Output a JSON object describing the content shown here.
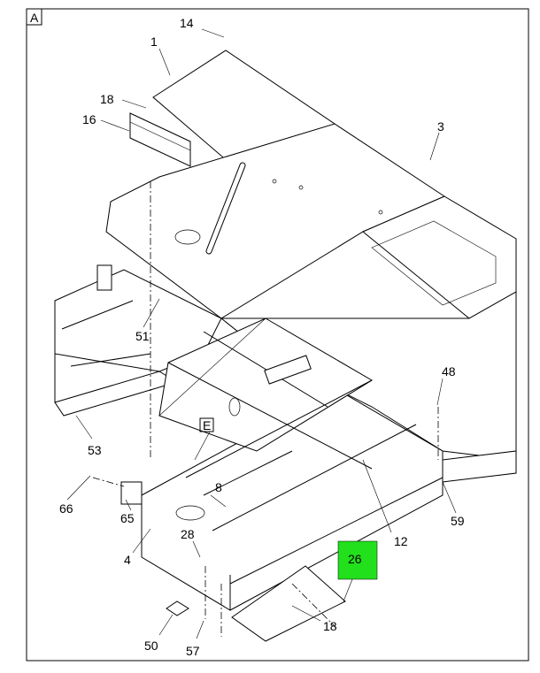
{
  "view_label": "A",
  "detail_label": "E",
  "callouts": {
    "c14": "14",
    "c1": "1",
    "c18_top": "18",
    "c16": "16",
    "c3": "3",
    "c51": "51",
    "c48": "48",
    "c53": "53",
    "c8": "8",
    "c12": "12",
    "c66": "66",
    "c65": "65",
    "c59": "59",
    "c28": "28",
    "c26": "26",
    "c4": "4",
    "c18_bottom": "18",
    "c50": "50",
    "c57": "57"
  },
  "highlight_color": "#22e01c"
}
